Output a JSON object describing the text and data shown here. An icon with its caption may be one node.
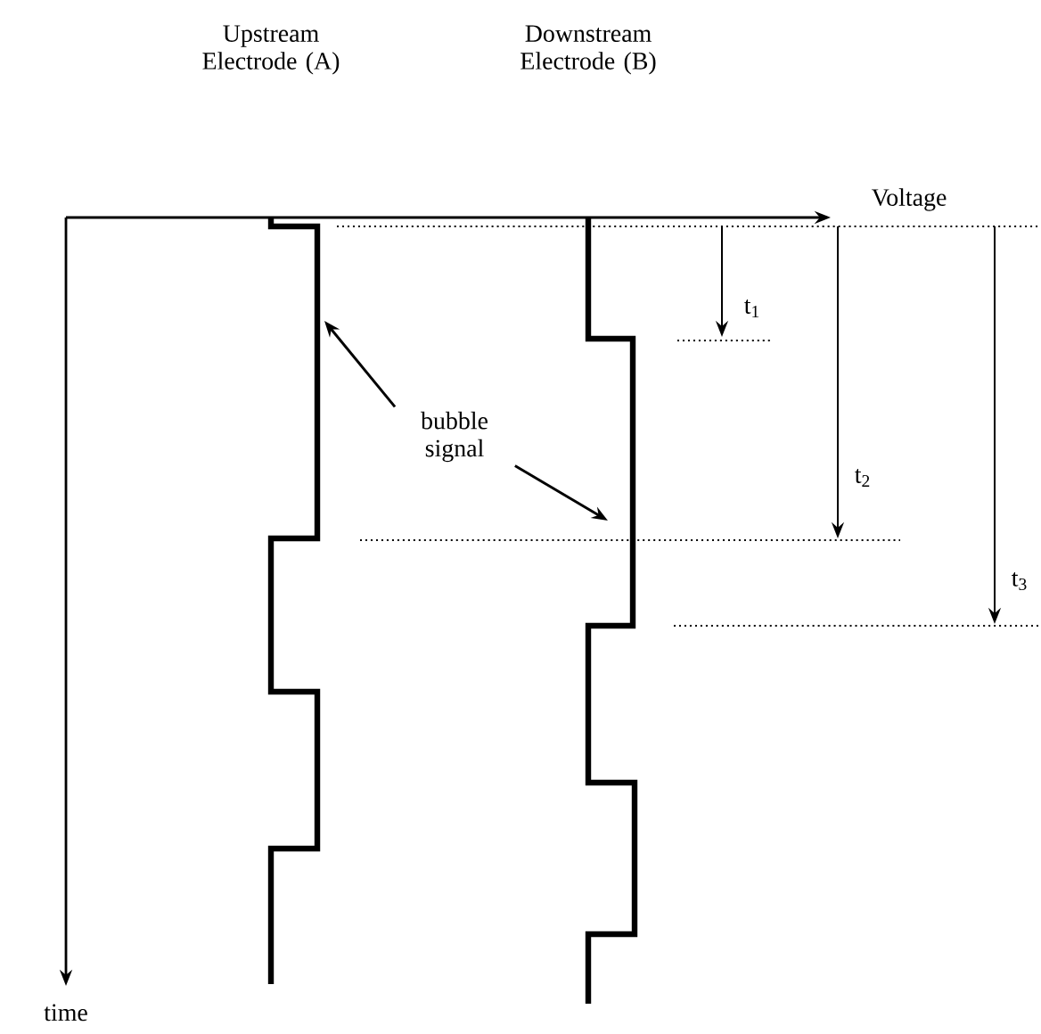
{
  "diagram": {
    "nodes": [
      {
        "text": [],
        "shape": "line"
      },
      {
        "text": [],
        "shape": "line"
      },
      {
        "text": [
          "bubble signal"
        ]
      }
    ],
    "edges": [
      {
        "from": 2,
        "to": 0,
        "arrow": "to"
      },
      {
        "from": 2,
        "to": 1,
        "arrow": "to"
      }
    ],
    "labels": [
      "Upstream Electrode (A)",
      "Downstream Electrode (B)",
      "Voltage",
      "t$_{1}$",
      "t$_{2}$",
      "t$_{3}$",
      "time"
    ]
  }
}
